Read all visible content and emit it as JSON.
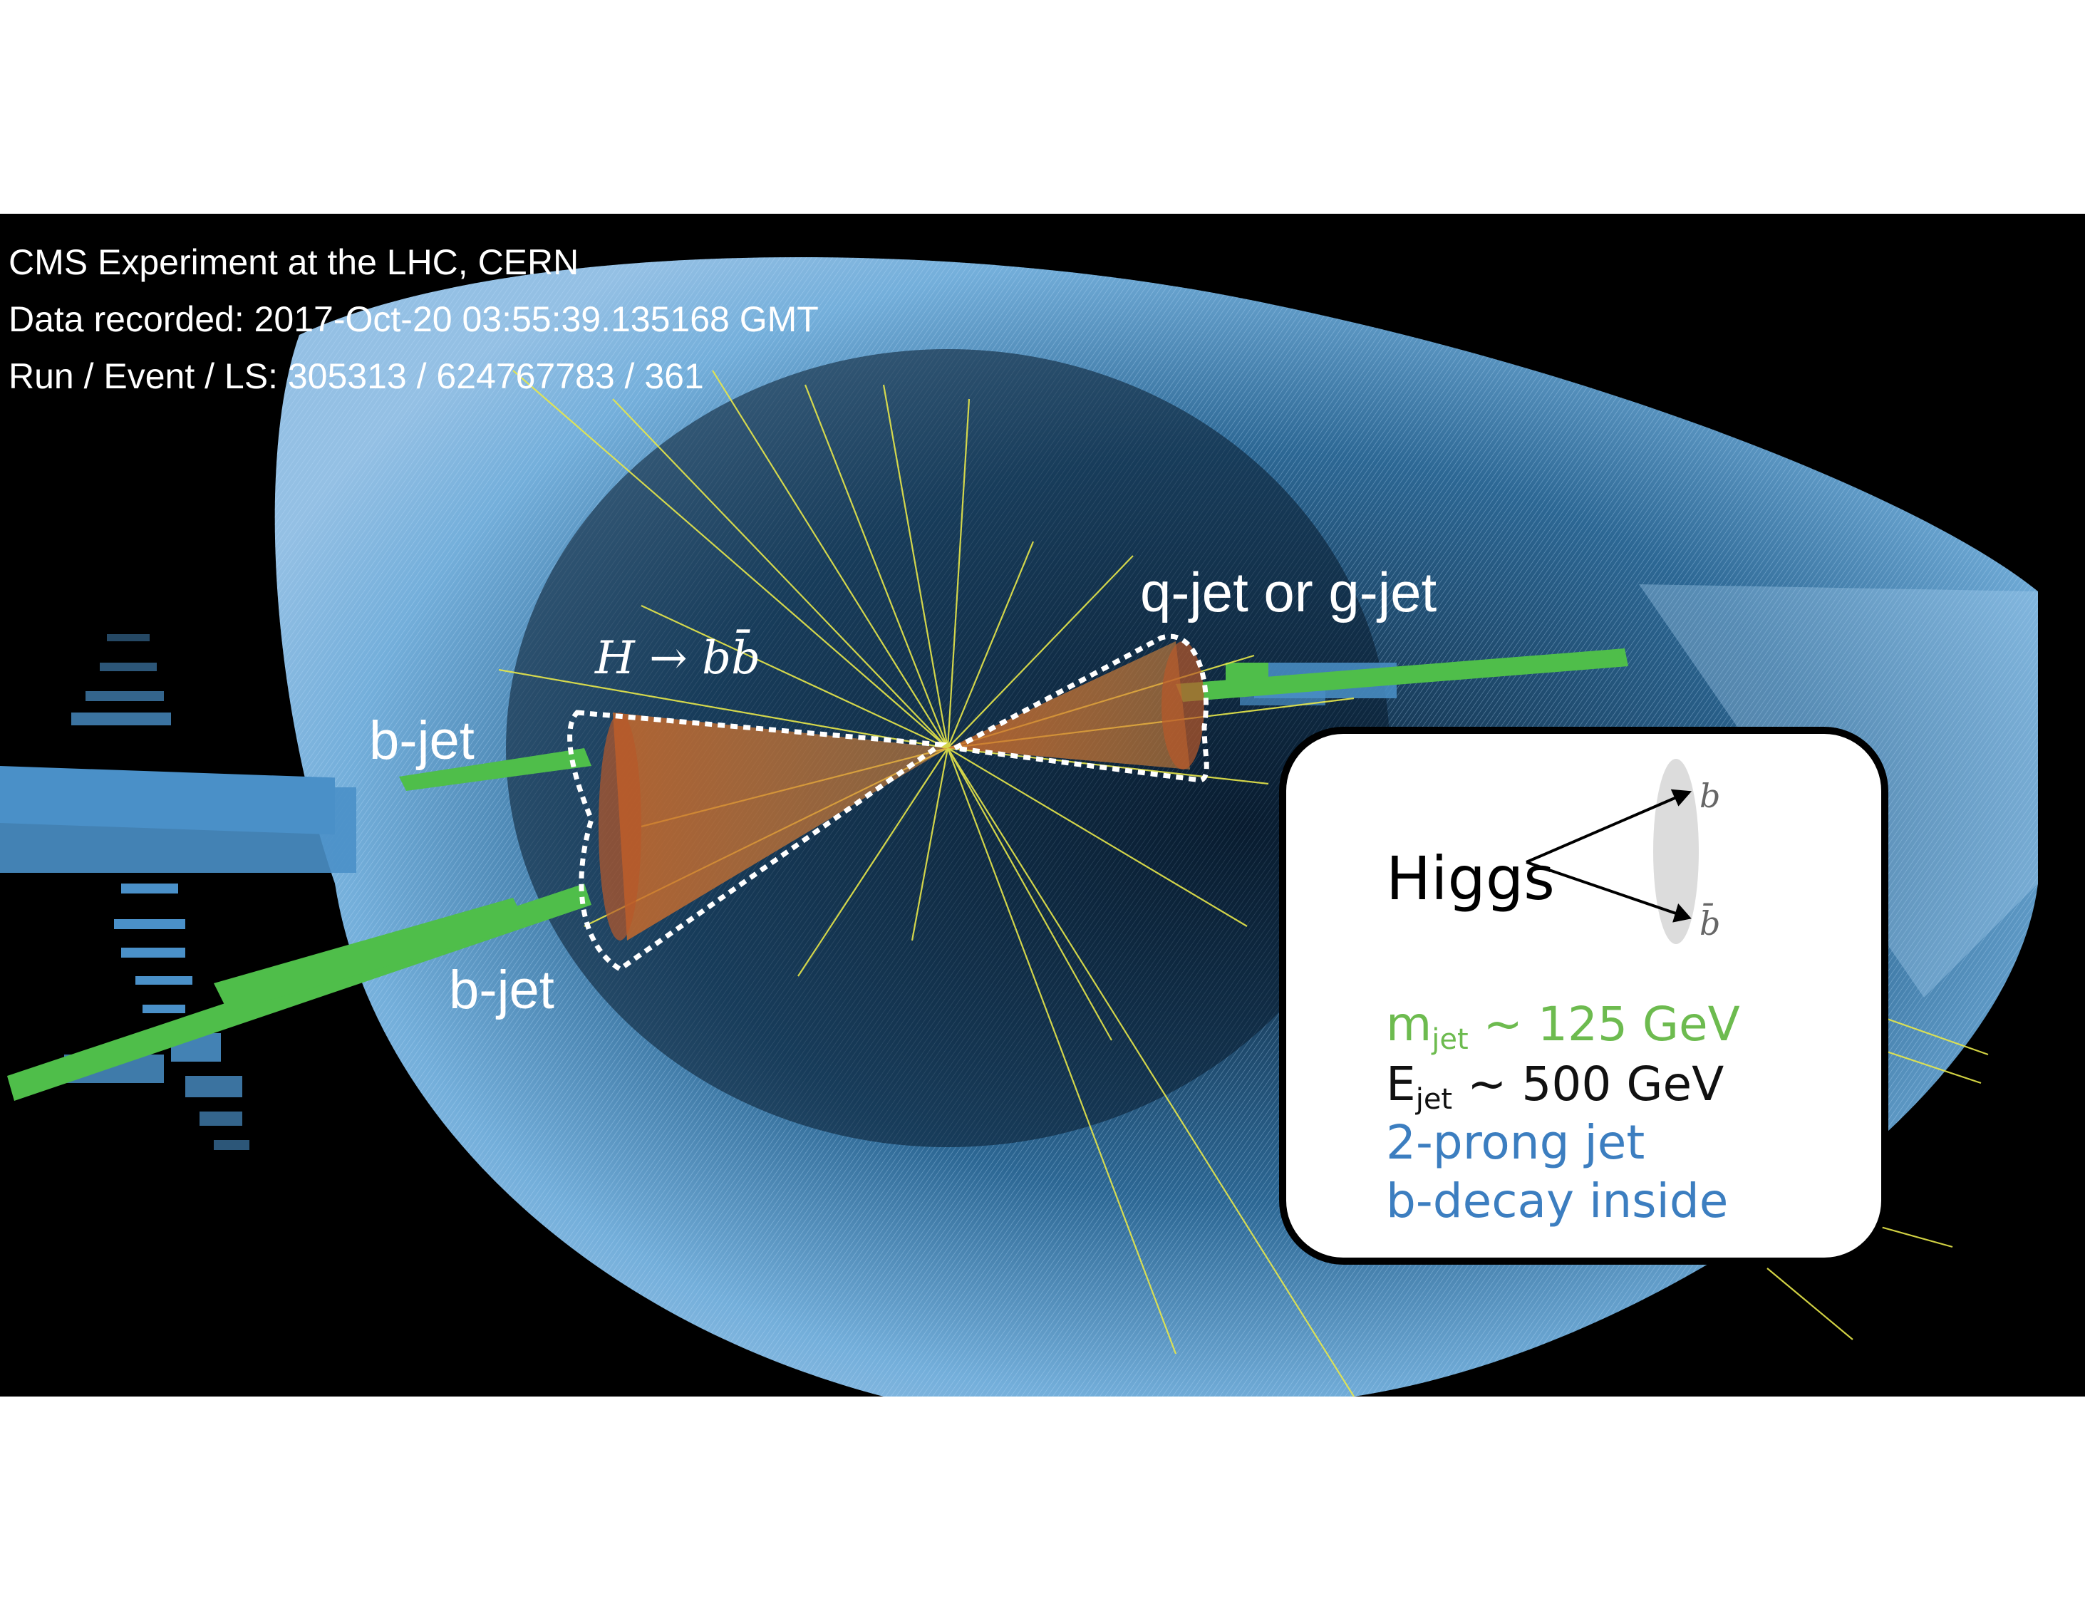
{
  "header": {
    "line1": "CMS Experiment at the LHC, CERN",
    "line2": "Data recorded: 2017-Oct-20 03:55:39.135168 GMT",
    "line3": "Run / Event / LS: 305313 / 624767783 / 361"
  },
  "labels": {
    "decay": "H → bb̄",
    "bjet_upper": "b-jet",
    "bjet_lower": "b-jet",
    "qjet": "q-jet or g-jet"
  },
  "infobox": {
    "higgs": "Higgs",
    "b": "b",
    "bbar": "b̄",
    "mass_main": "m",
    "mass_sub": "jet",
    "mass_rest": " ~ 125 GeV",
    "energy_main": "E",
    "energy_sub": "jet",
    "energy_rest": " ~ 500 GeV",
    "prong": "2-prong jet",
    "bdecay": "b-decay inside"
  },
  "colors": {
    "background": "#000000",
    "detector": "#6fb0e0",
    "tracks": "#e8e84a",
    "green": "#4fbe4a",
    "cone": "#e07a2a",
    "mass_text": "#6dbb4f",
    "energy_text": "#111111",
    "blue_text": "#3c7ec0"
  }
}
